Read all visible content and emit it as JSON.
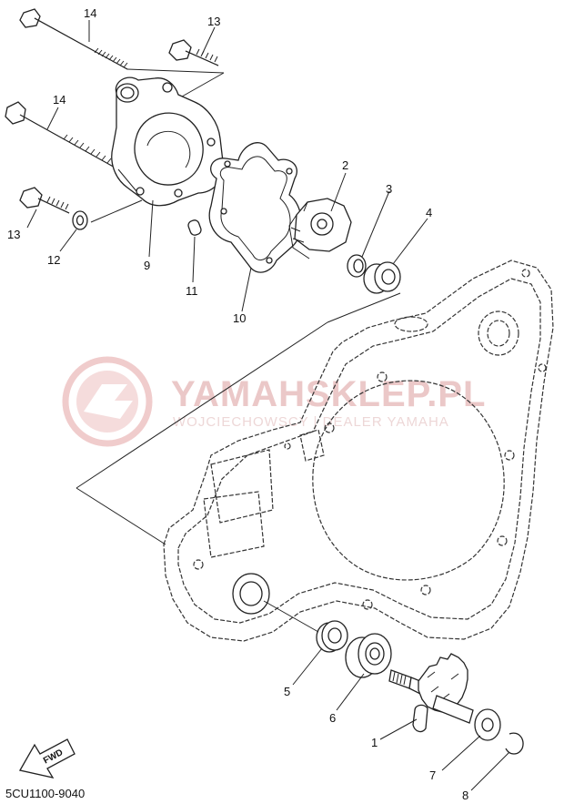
{
  "diagram": {
    "part_labels": {
      "p1": "1",
      "p2": "2",
      "p3": "3",
      "p4": "4",
      "p5": "5",
      "p6": "6",
      "p7": "7",
      "p8": "8",
      "p9": "9",
      "p10": "10",
      "p11": "11",
      "p12": "12",
      "p13a": "13",
      "p13b": "13",
      "p14a": "14",
      "p14b": "14"
    },
    "diagram_code": "5CU1100-9040",
    "fwd_label": "FWD"
  },
  "watermark": {
    "title": "YAMAHSKLEP.PL",
    "subtitle": "WOJCIECHOWSCY | DEALER YAMAHA",
    "color": "#e8b9b9"
  },
  "colors": {
    "line": "#222222",
    "background": "#ffffff"
  }
}
